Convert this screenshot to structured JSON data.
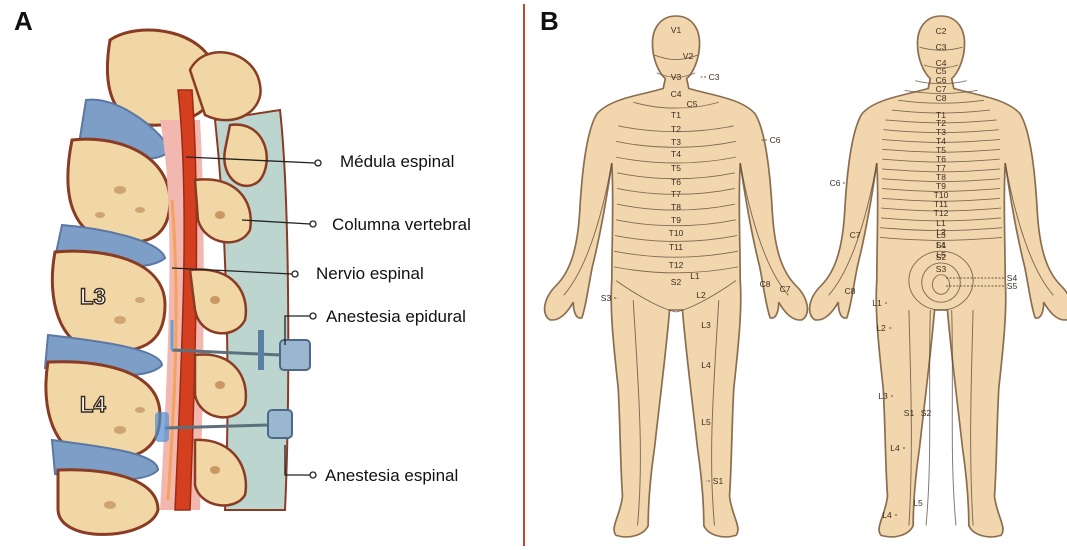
{
  "panels": {
    "a": {
      "letter": "A"
    },
    "b": {
      "letter": "B"
    }
  },
  "spine_figure": {
    "vertebra_labels": [
      "L3",
      "L4"
    ],
    "callouts": [
      {
        "id": "medula",
        "text": "Médula espinal"
      },
      {
        "id": "columna",
        "text": "Columna vertebral"
      },
      {
        "id": "nervio",
        "text": "Nervio espinal"
      },
      {
        "id": "epidural",
        "text": "Anestesia epidural"
      },
      {
        "id": "espinal",
        "text": "Anestesia espinal"
      }
    ],
    "colors": {
      "bone": "#f1d6a6",
      "bone_outline": "#8a3b23",
      "disc": "#7d9fc7",
      "cord": "#d4401f",
      "canal": "#f2b8b0",
      "needle": "#9bb6cf"
    }
  },
  "dermatome_figure": {
    "front": {
      "labels": [
        "V1",
        "V2",
        "V3",
        "C3",
        "C4",
        "C5",
        "C6",
        "T1",
        "T2",
        "T3",
        "T4",
        "T5",
        "T6",
        "T7",
        "T8",
        "T9",
        "T10",
        "T11",
        "T12",
        "L1",
        "L2",
        "S2",
        "S3",
        "L3",
        "L4",
        "L5",
        "S1",
        "C7",
        "C8"
      ]
    },
    "back": {
      "labels": [
        "C2",
        "C3",
        "C4",
        "C5",
        "C6",
        "C7",
        "C8",
        "T1",
        "T2",
        "T3",
        "T4",
        "T5",
        "T6",
        "T7",
        "T8",
        "T9",
        "T10",
        "T11",
        "T12",
        "L1",
        "L2",
        "L3",
        "L4",
        "L5",
        "S1",
        "S2",
        "S3",
        "S4",
        "S5",
        "C6",
        "C7",
        "C8",
        "L1",
        "L2",
        "L3",
        "S1",
        "S2",
        "L4",
        "L5",
        "L4"
      ]
    },
    "colors": {
      "skin": "#f2d6ad",
      "outline": "#8a6e4f",
      "line": "#5a4636"
    }
  }
}
